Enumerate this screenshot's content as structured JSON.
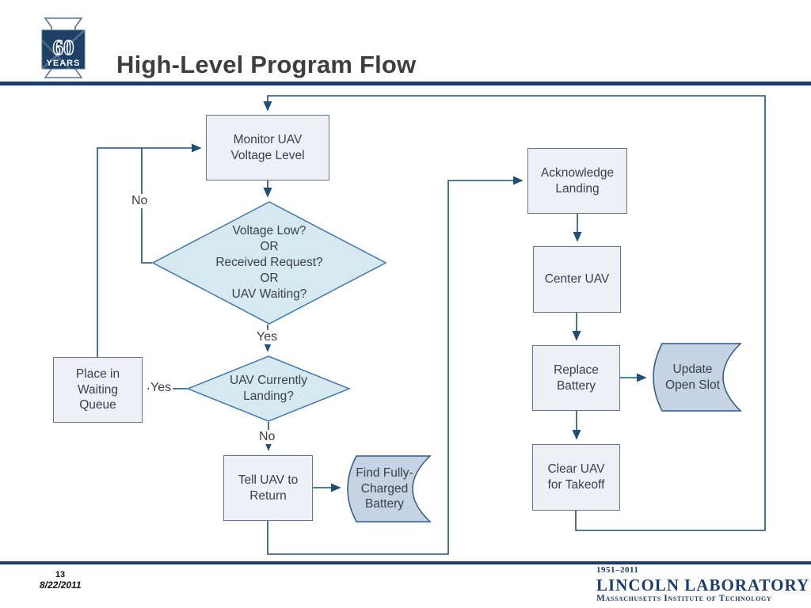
{
  "header": {
    "title": "High-Level Program Flow",
    "logo": {
      "big": "60",
      "small": "YEARS"
    }
  },
  "flowchart": {
    "nodes": {
      "monitor": {
        "label": "Monitor UAV\nVoltage Level"
      },
      "decision_voltage": {
        "label": "Voltage Low?\nOR\nReceived Request?\nOR\nUAV Waiting?"
      },
      "decision_landing": {
        "label": "UAV Currently\nLanding?"
      },
      "waiting_queue": {
        "label": "Place in\nWaiting\nQueue"
      },
      "tell_return": {
        "label": "Tell UAV to\nReturn"
      },
      "find_battery": {
        "label": "Find Fully-\nCharged\nBattery"
      },
      "acknowledge": {
        "label": "Acknowledge\nLanding"
      },
      "center_uav": {
        "label": "Center UAV"
      },
      "replace_battery": {
        "label": "Replace\nBattery"
      },
      "update_slot": {
        "label": "Update\nOpen Slot"
      },
      "clear_uav": {
        "label": "Clear UAV\nfor Takeoff"
      }
    },
    "edge_labels": {
      "no_loop": "No",
      "yes_down": "Yes",
      "yes_left": "Yes",
      "no_down": "No"
    },
    "colors": {
      "line": "#1f4e79",
      "process_fill": "#edf0f5",
      "process_border": "#64748f",
      "decision_fill": "#d6e9f1",
      "decision_border": "#4178ad",
      "storage_fill": "#c6d3e3",
      "storage_border": "#2e5984"
    }
  },
  "footer": {
    "page_number": "13",
    "date": "8/22/2011",
    "years": "1951–2011",
    "org": "LINCOLN LABORATORY",
    "institute": "Massachusetts Institute of Technology"
  }
}
